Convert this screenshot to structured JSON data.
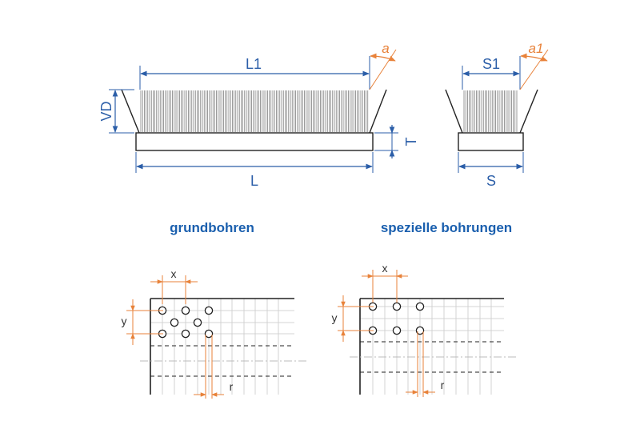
{
  "colors": {
    "dimension": "#2b5ea8",
    "angle": "#e8823a",
    "outline": "#222222",
    "title": "#1a5fae",
    "grid": "#c8c8c8"
  },
  "front_view": {
    "length_top": "L1",
    "length_bottom": "L",
    "height": "VD",
    "thickness": "T",
    "angle": "a"
  },
  "side_view": {
    "width_top": "S1",
    "width_bottom": "S",
    "angle": "a1"
  },
  "patterns": {
    "left": {
      "title": "grundbohren",
      "x": "x",
      "y": "y",
      "r": "r"
    },
    "right": {
      "title": "spezielle bohrungen",
      "x": "x",
      "y": "y",
      "r": "r"
    }
  }
}
